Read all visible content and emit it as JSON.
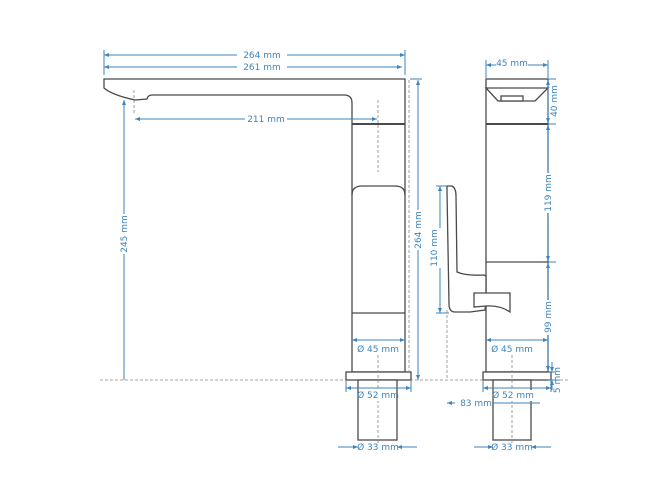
{
  "front_view": {
    "overall_width": "264 mm",
    "spout_width": "261 mm",
    "spout_reach": "211 mm",
    "spout_height": "245 mm",
    "total_height": "264 mm",
    "body_diameter": "Ø 45 mm",
    "base_diameter": "Ø 52 mm",
    "shank_diameter": "Ø 33 mm"
  },
  "side_view": {
    "body_width": "45 mm",
    "head_height": "40 mm",
    "upper_height": "119 mm",
    "lever_height": "110 mm",
    "lower_height": "99 mm",
    "base_height": "5 mm",
    "lever_offset": "83 mm",
    "body_diameter": "Ø 45 mm",
    "base_diameter": "Ø 52 mm",
    "shank_diameter": "Ø 33 mm"
  },
  "colors": {
    "dimension": "#3d84bd",
    "outline": "#4a4a4a"
  }
}
